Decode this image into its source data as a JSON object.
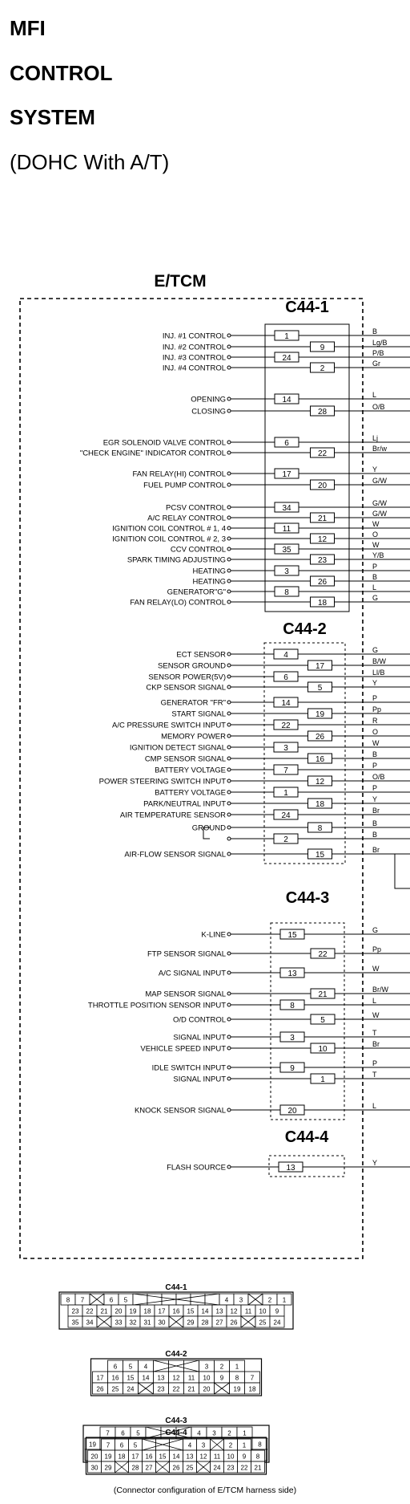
{
  "title": {
    "line1": "MFI",
    "line2": "CONTROL",
    "line3": "SYSTEM",
    "line4": "(DOHC With A/T)"
  },
  "module_label": "E/TCM",
  "connectors": [
    {
      "name": "C44-1",
      "pins": [
        {
          "label": "INJ. #1 CONTROL",
          "pin": "1",
          "wire": "B"
        },
        {
          "label": "INJ. #2 CONTROL",
          "pin": "9",
          "wire": "Lg/B"
        },
        {
          "label": "INJ. #3 CONTROL",
          "pin": "24",
          "wire": "P/B"
        },
        {
          "label": "INJ. #4 CONTROL",
          "pin": "2",
          "wire": "Gr"
        },
        {
          "label": "OPENING",
          "pin": "14",
          "wire": "L"
        },
        {
          "label": "CLOSING",
          "pin": "28",
          "wire": "O/B"
        },
        {
          "label": "EGR SOLENOID VALVE CONTROL",
          "pin": "6",
          "wire": "Lj"
        },
        {
          "label": "\"CHECK ENGINE\" INDICATOR CONTROL",
          "pin": "22",
          "wire": "Br/w"
        },
        {
          "label": "FAN RELAY(HI) CONTROL",
          "pin": "17",
          "wire": "Y"
        },
        {
          "label": "FUEL PUMP CONTROL",
          "pin": "20",
          "wire": "G/W"
        },
        {
          "label": "PCSV CONTROL",
          "pin": "34",
          "wire": "G/W"
        },
        {
          "label": "A/C RELAY CONTROL",
          "pin": "21",
          "wire": "G/W"
        },
        {
          "label": "IGNITION COIL CONTROL # 1, 4",
          "pin": "11",
          "wire": "W"
        },
        {
          "label": "IGNITION COIL CONTROL # 2, 3",
          "pin": "12",
          "wire": "O"
        },
        {
          "label": "CCV CONTROL",
          "pin": "35",
          "wire": "W"
        },
        {
          "label": "SPARK TIMING ADJUSTING",
          "pin": "23",
          "wire": "Y/B"
        },
        {
          "label": "HEATING",
          "pin": "3",
          "wire": "P"
        },
        {
          "label": "HEATING",
          "pin": "26",
          "wire": "B"
        },
        {
          "label": "GENERATOR\"G\"",
          "pin": "8",
          "wire": "L"
        },
        {
          "label": "FAN RELAY(LO) CONTROL",
          "pin": "18",
          "wire": "G"
        }
      ]
    },
    {
      "name": "C44-2",
      "pins": [
        {
          "label": "ECT SENSOR",
          "pin": "4",
          "wire": "G"
        },
        {
          "label": "SENSOR GROUND",
          "pin": "17",
          "wire": "B/W"
        },
        {
          "label": "SENSOR POWER(5V)",
          "pin": "6",
          "wire": "Ll/B"
        },
        {
          "label": "CKP SENSOR SIGNAL",
          "pin": "5",
          "wire": "Y"
        },
        {
          "label": "GENERATOR \"FR\"",
          "pin": "14",
          "wire": "P"
        },
        {
          "label": "START SIGNAL",
          "pin": "19",
          "wire": "Pp"
        },
        {
          "label": "A/C PRESSURE SWITCH INPUT",
          "pin": "22",
          "wire": "R"
        },
        {
          "label": "MEMORY POWER",
          "pin": "26",
          "wire": "O"
        },
        {
          "label": "IGNITION DETECT SIGNAL",
          "pin": "3",
          "wire": "W"
        },
        {
          "label": "CMP SENSOR SIGNAL",
          "pin": "16",
          "wire": "B"
        },
        {
          "label": "BATTERY VOLTAGE",
          "pin": "7",
          "wire": "P"
        },
        {
          "label": "POWER STEERING SWITCH INPUT",
          "pin": "12",
          "wire": "O/B"
        },
        {
          "label": "BATTERY VOLTAGE",
          "pin": "1",
          "wire": "P"
        },
        {
          "label": "PARK/NEUTRAL INPUT",
          "pin": "18",
          "wire": "Y"
        },
        {
          "label": "AIR TEMPERATURE SENSOR",
          "pin": "24",
          "wire": "Br"
        },
        {
          "label": "GROUND",
          "pin": "8",
          "wire": "B"
        },
        {
          "label": "",
          "pin": "2",
          "wire": "B"
        },
        {
          "label": "AIR-FLOW SENSOR SIGNAL",
          "pin": "15",
          "wire": "Br"
        }
      ]
    },
    {
      "name": "C44-3",
      "pins": [
        {
          "label": "K-LINE",
          "pin": "15",
          "wire": "G"
        },
        {
          "label": "FTP SENSOR SIGNAL",
          "pin": "22",
          "wire": "Pp"
        },
        {
          "label": "A/C SIGNAL INPUT",
          "pin": "13",
          "wire": "W"
        },
        {
          "label": "MAP SENSOR SIGNAL",
          "pin": "21",
          "wire": "Br/W"
        },
        {
          "label": "THROTTLE POSITION SENSOR INPUT",
          "pin": "8",
          "wire": "L"
        },
        {
          "label": "O/D CONTROL",
          "pin": "5",
          "wire": "W"
        },
        {
          "label": "SIGNAL INPUT",
          "pin": "3",
          "wire": "T"
        },
        {
          "label": "VEHICLE SPEED INPUT",
          "pin": "10",
          "wire": "Br"
        },
        {
          "label": "IDLE SWITCH INPUT",
          "pin": "9",
          "wire": "P"
        },
        {
          "label": "SIGNAL INPUT",
          "pin": "1",
          "wire": "T"
        },
        {
          "label": "KNOCK SENSOR SIGNAL",
          "pin": "20",
          "wire": "L"
        }
      ]
    },
    {
      "name": "C44-4",
      "pins": [
        {
          "label": "FLASH SOURCE",
          "pin": "13",
          "wire": "Y"
        }
      ]
    }
  ],
  "face_views": [
    {
      "name": "C44-1",
      "rows": [
        [
          "8",
          "7",
          "X",
          "6",
          "5",
          "",
          "",
          "",
          "",
          "",
          "",
          "4",
          "3",
          "X",
          "2",
          "1"
        ],
        [
          "23",
          "22",
          "21",
          "20",
          "19",
          "18",
          "17",
          "16",
          "15",
          "14",
          "13",
          "12",
          "11",
          "10",
          "9"
        ],
        [
          "35",
          "34",
          "X",
          "33",
          "32",
          "31",
          "30",
          "X",
          "29",
          "28",
          "27",
          "26",
          "X",
          "25",
          "24"
        ]
      ]
    },
    {
      "name": "C44-2",
      "rows": [
        [
          "6",
          "5",
          "4",
          "",
          "",
          "",
          "3",
          "2",
          "1"
        ],
        [
          "17",
          "16",
          "15",
          "14",
          "13",
          "12",
          "11",
          "10",
          "9",
          "8",
          "7"
        ],
        [
          "26",
          "25",
          "24",
          "X",
          "23",
          "22",
          "21",
          "20",
          "X",
          "19",
          "18"
        ]
      ]
    },
    {
      "name": "C44-3",
      "rows": [
        [
          "7",
          "6",
          "5",
          "",
          "",
          "",
          "4",
          "3",
          "2",
          "1"
        ],
        [
          "19",
          "18",
          "17",
          "16",
          "15",
          "14",
          "13",
          "12",
          "11",
          "10",
          "9",
          "8"
        ],
        [
          "28",
          "27",
          "X",
          "26",
          "25",
          "X",
          "24",
          "23",
          "22",
          "X",
          "21",
          "20"
        ]
      ]
    },
    {
      "name": "C44-4",
      "rows": [
        [
          "7",
          "6",
          "5",
          "",
          "",
          "",
          "4",
          "3",
          "X",
          "2",
          "1"
        ],
        [
          "20",
          "19",
          "18",
          "17",
          "16",
          "15",
          "14",
          "13",
          "12",
          "11",
          "10",
          "9",
          "8"
        ],
        [
          "30",
          "29",
          "X",
          "28",
          "27",
          "X",
          "26",
          "25",
          "X",
          "24",
          "23",
          "22",
          "21"
        ]
      ]
    }
  ],
  "caption": "(Connector configuration of E/TCM harness side)"
}
